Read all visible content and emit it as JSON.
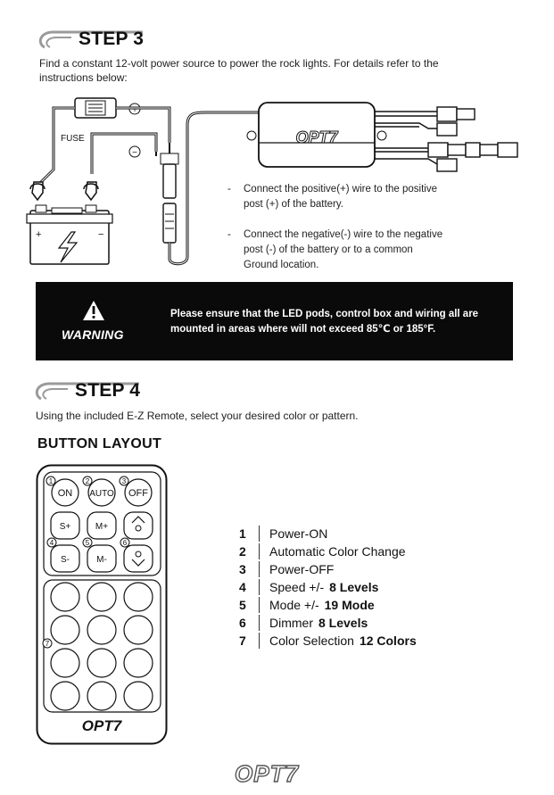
{
  "step3": {
    "title": "STEP 3",
    "intro_line1": "Find a constant 12-volt power source to power the rock lights.  For details refer to the",
    "intro_line2": "instructions below:",
    "diagram": {
      "fuse_label": "FUSE",
      "positive_symbol": "+",
      "negative_symbol": "−",
      "battery_plus": "+",
      "battery_minus": "−",
      "box_logo": "OPT7"
    },
    "instructions": [
      {
        "bullet": "-",
        "lines": [
          "Connect the positive(+) wire to the positive",
          "post (+) of the battery."
        ]
      },
      {
        "bullet": "-",
        "lines": [
          "Connect the negative(-) wire to the negative",
          "post (-) of the battery or to a common",
          "Ground location."
        ]
      }
    ]
  },
  "warning": {
    "label": "WARNING",
    "text_line1": "Please ensure that the LED pods, control box and wiring all are",
    "text_line2": "mounted in areas where will not exceed 85℃ or 185°F."
  },
  "step4": {
    "title": "STEP 4",
    "intro": "Using the included E-Z Remote, select your desired color or pattern."
  },
  "button_layout": {
    "heading": "BUTTON LAYOUT",
    "remote": {
      "top_buttons": [
        {
          "num": "1",
          "label": "ON"
        },
        {
          "num": "2",
          "label": "AUTO"
        },
        {
          "num": "3",
          "label": "OFF"
        }
      ],
      "mid_buttons": [
        "S+",
        "M+",
        "S-",
        "M-"
      ],
      "mid_nums": [
        "4",
        "5",
        "6"
      ],
      "color_group_num": "7",
      "logo": "OPT7"
    },
    "legend": [
      {
        "num": "1",
        "label": "Power-ON",
        "bold": ""
      },
      {
        "num": "2",
        "label": "Automatic Color Change",
        "bold": ""
      },
      {
        "num": "3",
        "label": "Power-OFF",
        "bold": ""
      },
      {
        "num": "4",
        "label": "Speed +/-",
        "bold": "8 Levels"
      },
      {
        "num": "5",
        "label": "Mode +/-",
        "bold": "19 Mode"
      },
      {
        "num": "6",
        "label": "Dimmer",
        "bold": "8 Levels"
      },
      {
        "num": "7",
        "label": "Color Selection",
        "bold": "12 Colors"
      }
    ]
  },
  "footer": {
    "logo": "OPT7"
  }
}
